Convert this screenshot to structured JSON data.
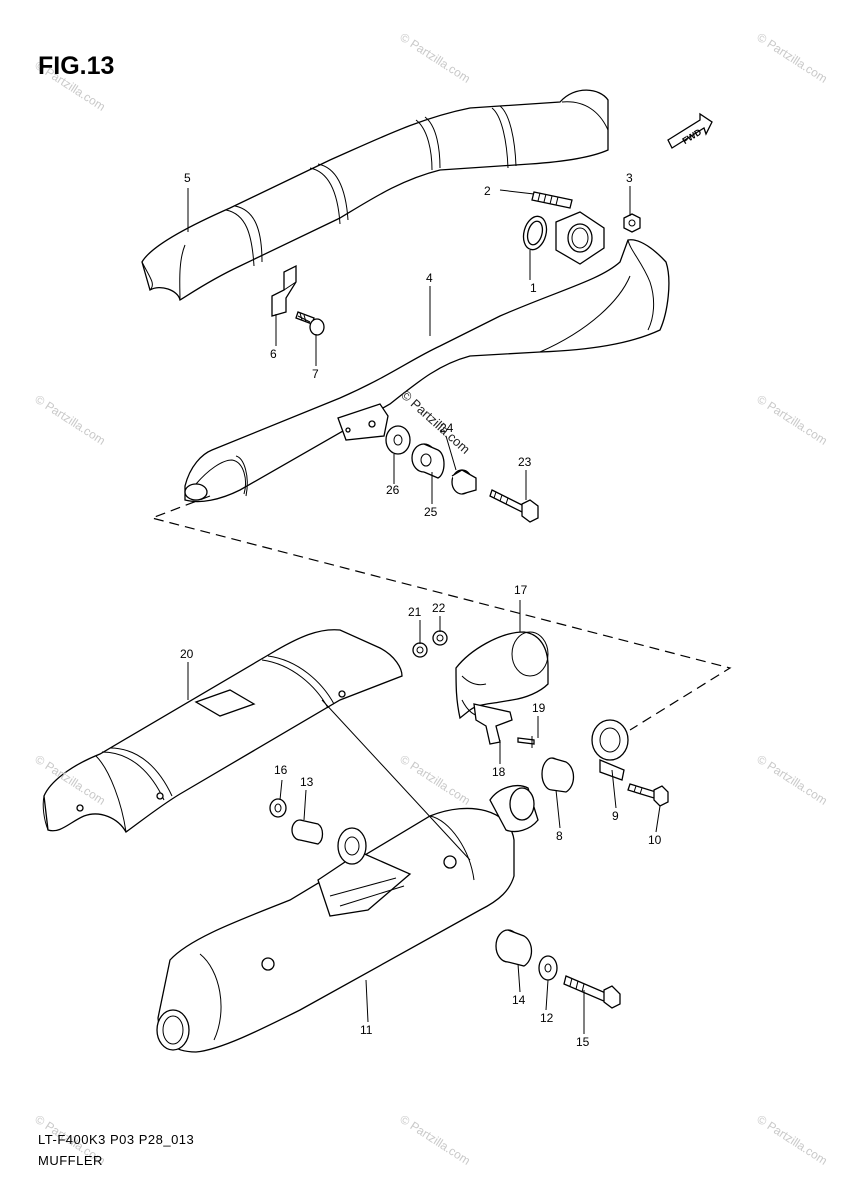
{
  "figure": {
    "title": "FIG.13",
    "code": "LT-F400K3 P03 P28_013",
    "caption": "MUFFLER"
  },
  "front_marker": {
    "label": "FWD"
  },
  "watermark": {
    "text": "© Partzilla.com",
    "center_text": "© Partzilla.com"
  },
  "callouts": [
    "1",
    "2",
    "3",
    "4",
    "5",
    "6",
    "7",
    "8",
    "9",
    "10",
    "11",
    "12",
    "13",
    "14",
    "15",
    "16",
    "17",
    "18",
    "19",
    "20",
    "21",
    "22",
    "23",
    "24",
    "25",
    "26"
  ]
}
